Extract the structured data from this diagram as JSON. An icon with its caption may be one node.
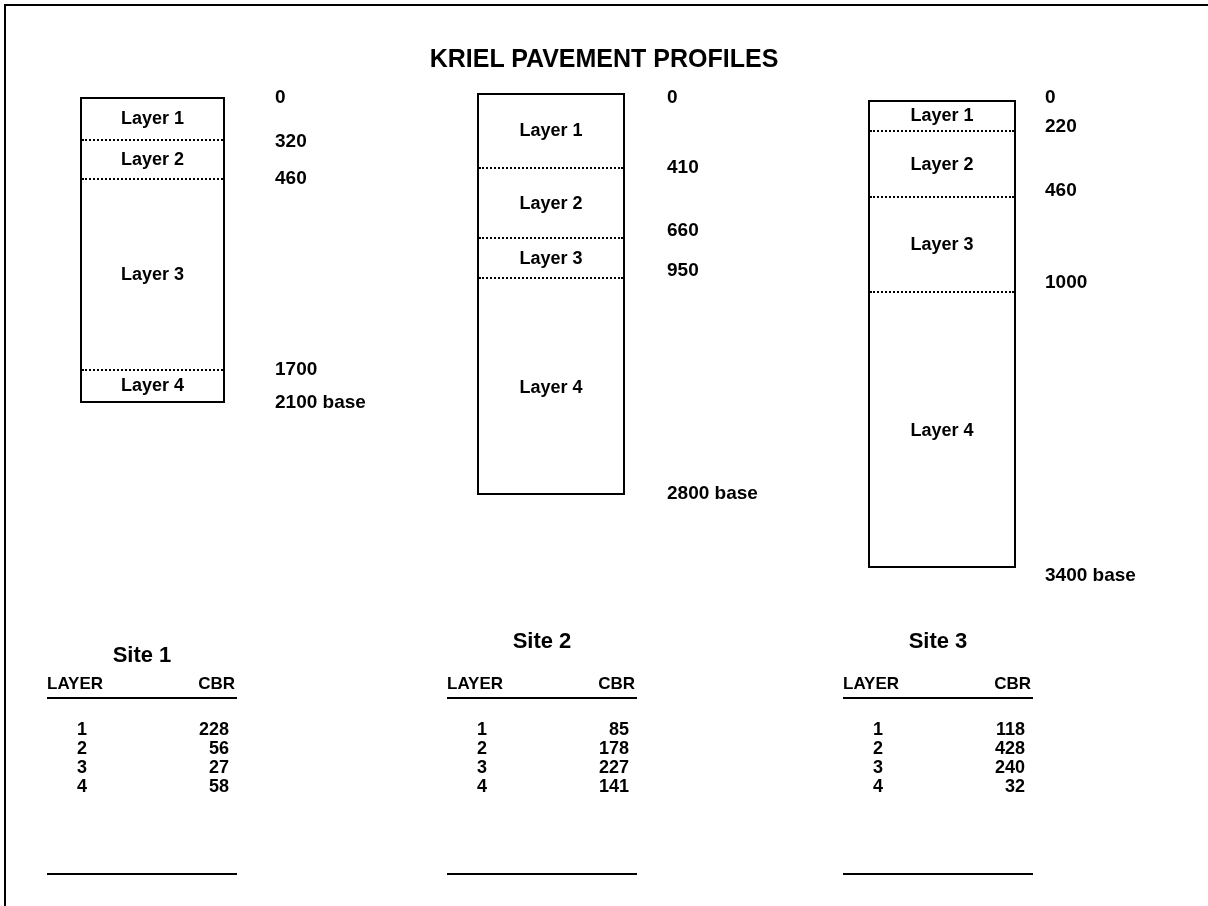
{
  "diagram": {
    "title": "KRIEL PAVEMENT PROFILES",
    "nodes": [
      {
        "text": [],
        "shape": "box"
      },
      {
        "text": [
          "Layer 1"
        ],
        "in": 0
      },
      {
        "text": [
          "Layer 2"
        ],
        "in": 0
      },
      {
        "text": [
          "Layer 3"
        ],
        "in": 0
      },
      {
        "text": [
          "Layer 4"
        ],
        "in": 0
      },
      {
        "text": [],
        "shape": "box"
      },
      {
        "text": [
          "Layer 1"
        ],
        "in": 5
      },
      {
        "text": [
          "Layer 2"
        ],
        "in": 5
      },
      {
        "text": [
          "Layer 3"
        ],
        "in": 5
      },
      {
        "text": [
          "Layer 4"
        ],
        "in": 5
      },
      {
        "text": [],
        "shape": "box"
      },
      {
        "text": [
          "Layer 1"
        ],
        "in": 10
      },
      {
        "text": [
          "Layer 2"
        ],
        "in": 10
      },
      {
        "text": [
          "Layer 3"
        ],
        "in": 10
      },
      {
        "text": [
          "Layer 4"
        ],
        "in": 10
      }
    ],
    "labels": [
      "0",
      "320",
      "460",
      "1700",
      "2100 base",
      "Site 1",
      "LAYER",
      "CBR",
      "1",
      "228",
      "2",
      "56",
      "3",
      "27",
      "4",
      "58",
      "0",
      "410",
      "660",
      "950",
      "2800 base",
      "Site 2",
      "LAYER",
      "CBR",
      "1",
      "85",
      "2",
      "178",
      "3",
      "227",
      "4",
      "141",
      "0",
      "220",
      "460",
      "1000",
      "3400 base",
      "Site 3",
      "LAYER",
      "CBR",
      "1",
      "118",
      "2",
      "428",
      "3",
      "240",
      "4",
      "32"
    ]
  }
}
